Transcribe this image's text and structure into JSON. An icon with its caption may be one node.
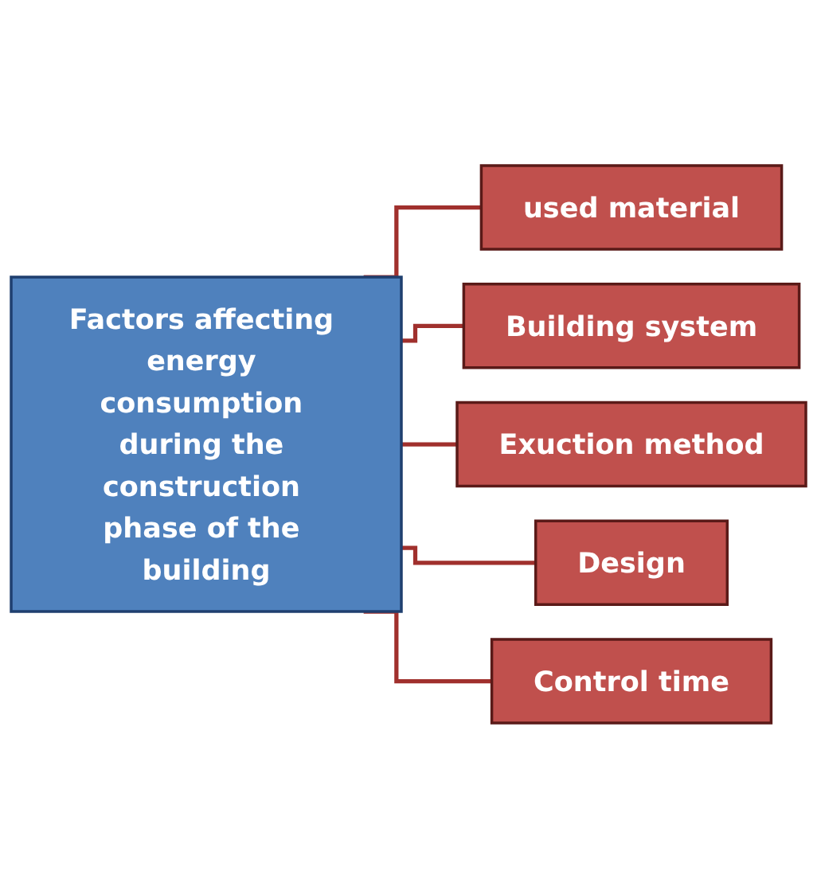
{
  "diagram": {
    "nodes": [
      {
        "text": [
          "Factors affecting energy consumption during the construction phase of the building"
        ]
      },
      {
        "text": [
          "used material"
        ]
      },
      {
        "text": [
          "Building system"
        ]
      },
      {
        "text": [
          "Exuction method"
        ]
      },
      {
        "text": [
          "Design"
        ]
      },
      {
        "text": [
          "Control time"
        ]
      }
    ],
    "edges": [
      {
        "from": 0,
        "to": 1,
        "arrow": "none"
      },
      {
        "from": 0,
        "to": 2,
        "arrow": "none"
      },
      {
        "from": 0,
        "to": 3,
        "arrow": "none"
      },
      {
        "from": 0,
        "to": 4,
        "arrow": "none"
      },
      {
        "from": 0,
        "to": 5,
        "arrow": "none"
      }
    ]
  }
}
